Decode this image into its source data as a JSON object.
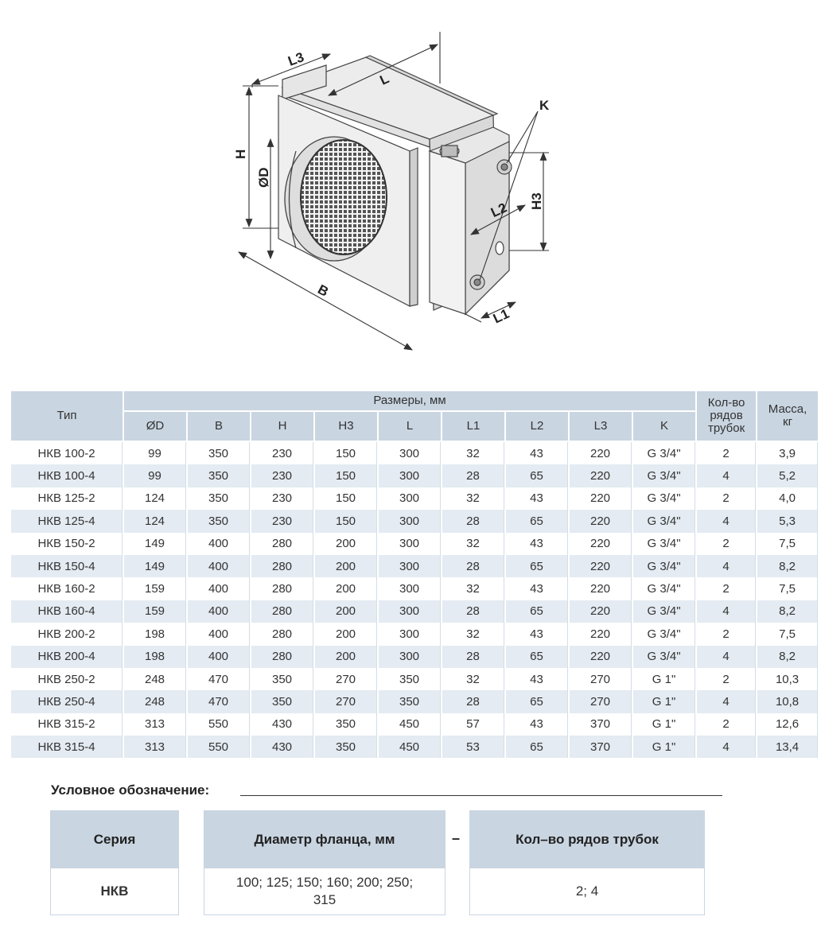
{
  "diagram": {
    "labels": {
      "l3": "L3",
      "l": "L",
      "k": "K",
      "h": "H",
      "d": "ØD",
      "l2": "L2",
      "h3": "H3",
      "b": "B",
      "l1": "L1"
    }
  },
  "table": {
    "header": {
      "type": "Тип",
      "dimensions": "Размеры, мм",
      "dims": [
        "ØD",
        "B",
        "H",
        "H3",
        "L",
        "L1",
        "L2",
        "L3",
        "K"
      ],
      "rows_count": "Кол-во рядов трубок",
      "mass": "Масса, кг"
    },
    "rows": [
      {
        "type": "НКВ 100-2",
        "d": "99",
        "b": "350",
        "h": "230",
        "h3": "150",
        "l": "300",
        "l1": "32",
        "l2": "43",
        "l3": "220",
        "k": "G 3/4\"",
        "rows": "2",
        "mass": "3,9"
      },
      {
        "type": "НКВ 100-4",
        "d": "99",
        "b": "350",
        "h": "230",
        "h3": "150",
        "l": "300",
        "l1": "28",
        "l2": "65",
        "l3": "220",
        "k": "G 3/4\"",
        "rows": "4",
        "mass": "5,2"
      },
      {
        "type": "НКВ 125-2",
        "d": "124",
        "b": "350",
        "h": "230",
        "h3": "150",
        "l": "300",
        "l1": "32",
        "l2": "43",
        "l3": "220",
        "k": "G 3/4\"",
        "rows": "2",
        "mass": "4,0"
      },
      {
        "type": "НКВ 125-4",
        "d": "124",
        "b": "350",
        "h": "230",
        "h3": "150",
        "l": "300",
        "l1": "28",
        "l2": "65",
        "l3": "220",
        "k": "G 3/4\"",
        "rows": "4",
        "mass": "5,3"
      },
      {
        "type": "НКВ 150-2",
        "d": "149",
        "b": "400",
        "h": "280",
        "h3": "200",
        "l": "300",
        "l1": "32",
        "l2": "43",
        "l3": "220",
        "k": "G 3/4\"",
        "rows": "2",
        "mass": "7,5"
      },
      {
        "type": "НКВ 150-4",
        "d": "149",
        "b": "400",
        "h": "280",
        "h3": "200",
        "l": "300",
        "l1": "28",
        "l2": "65",
        "l3": "220",
        "k": "G 3/4\"",
        "rows": "4",
        "mass": "8,2"
      },
      {
        "type": "НКВ 160-2",
        "d": "159",
        "b": "400",
        "h": "280",
        "h3": "200",
        "l": "300",
        "l1": "32",
        "l2": "43",
        "l3": "220",
        "k": "G 3/4\"",
        "rows": "2",
        "mass": "7,5"
      },
      {
        "type": "НКВ 160-4",
        "d": "159",
        "b": "400",
        "h": "280",
        "h3": "200",
        "l": "300",
        "l1": "28",
        "l2": "65",
        "l3": "220",
        "k": "G 3/4\"",
        "rows": "4",
        "mass": "8,2"
      },
      {
        "type": "НКВ 200-2",
        "d": "198",
        "b": "400",
        "h": "280",
        "h3": "200",
        "l": "300",
        "l1": "32",
        "l2": "43",
        "l3": "220",
        "k": "G 3/4\"",
        "rows": "2",
        "mass": "7,5"
      },
      {
        "type": "НКВ 200-4",
        "d": "198",
        "b": "400",
        "h": "280",
        "h3": "200",
        "l": "300",
        "l1": "28",
        "l2": "65",
        "l3": "220",
        "k": "G 3/4\"",
        "rows": "4",
        "mass": "8,2"
      },
      {
        "type": "НКВ 250-2",
        "d": "248",
        "b": "470",
        "h": "350",
        "h3": "270",
        "l": "350",
        "l1": "32",
        "l2": "43",
        "l3": "270",
        "k": "G 1\"",
        "rows": "2",
        "mass": "10,3"
      },
      {
        "type": "НКВ 250-4",
        "d": "248",
        "b": "470",
        "h": "350",
        "h3": "270",
        "l": "350",
        "l1": "28",
        "l2": "65",
        "l3": "270",
        "k": "G 1\"",
        "rows": "4",
        "mass": "10,8"
      },
      {
        "type": "НКВ 315-2",
        "d": "313",
        "b": "550",
        "h": "430",
        "h3": "350",
        "l": "450",
        "l1": "57",
        "l2": "43",
        "l3": "370",
        "k": "G 1\"",
        "rows": "2",
        "mass": "12,6"
      },
      {
        "type": "НКВ 315-4",
        "d": "313",
        "b": "550",
        "h": "430",
        "h3": "350",
        "l": "450",
        "l1": "53",
        "l2": "65",
        "l3": "370",
        "k": "G 1\"",
        "rows": "4",
        "mass": "13,4"
      }
    ]
  },
  "legend": {
    "label": "Условное обозначение:",
    "series_head": "Серия",
    "series_val": "НКВ",
    "flange_head": "Диаметр фланца, мм",
    "flange_val": "100; 125; 150; 160; 200; 250; 315",
    "dash": "–",
    "rows_head": "Кол–во рядов трубок",
    "rows_val": "2; 4"
  }
}
